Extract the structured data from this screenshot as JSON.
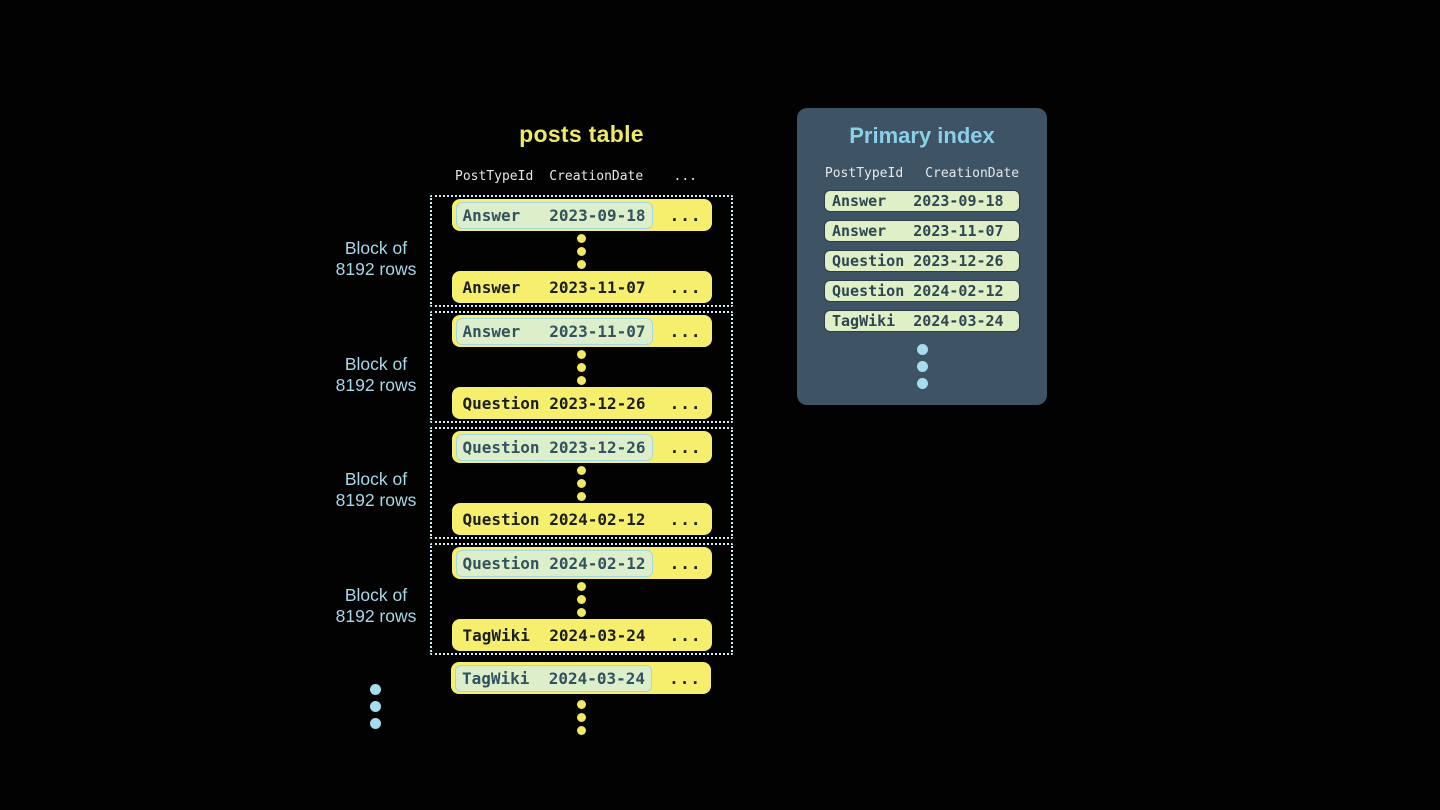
{
  "colors": {
    "background": "#020202",
    "row_yellow": "#f6ef6e",
    "accent_yellow": "#f0e964",
    "highlight_green": "#ddeeca",
    "highlight_border_blue": "#a3d7e8",
    "index_row_green": "#dff0c6",
    "panel_slate": "#3e5364",
    "panel_title_blue": "#8ccfe9",
    "label_blue": "#a8d7e9",
    "dotted_border": "#d2ebf4"
  },
  "posts_table": {
    "title": "posts table",
    "headers": {
      "col1": "PostTypeId",
      "col2": "CreationDate",
      "more": "..."
    },
    "ellipsis": "...",
    "block_label": {
      "line1": "Block of",
      "line2": "8192 rows"
    },
    "blocks": [
      {
        "first": {
          "type": "Answer",
          "date": "2023-09-18"
        },
        "last": {
          "type": "Answer",
          "date": "2023-11-07"
        }
      },
      {
        "first": {
          "type": "Answer",
          "date": "2023-11-07"
        },
        "last": {
          "type": "Question",
          "date": "2023-12-26"
        }
      },
      {
        "first": {
          "type": "Question",
          "date": "2023-12-26"
        },
        "last": {
          "type": "Question",
          "date": "2024-02-12"
        }
      },
      {
        "first": {
          "type": "Question",
          "date": "2024-02-12"
        },
        "last": {
          "type": "TagWiki",
          "date": "2024-03-24"
        }
      }
    ],
    "overflow_row": {
      "type": "TagWiki",
      "date": "2024-03-24"
    }
  },
  "primary_index": {
    "title": "Primary index",
    "headers": {
      "col1": "PostTypeId",
      "col2": "CreationDate"
    },
    "rows": [
      {
        "type": "Answer",
        "date": "2023-09-18"
      },
      {
        "type": "Answer",
        "date": "2023-11-07"
      },
      {
        "type": "Question",
        "date": "2023-12-26"
      },
      {
        "type": "Question",
        "date": "2024-02-12"
      },
      {
        "type": "TagWiki",
        "date": "2024-03-24"
      }
    ]
  }
}
